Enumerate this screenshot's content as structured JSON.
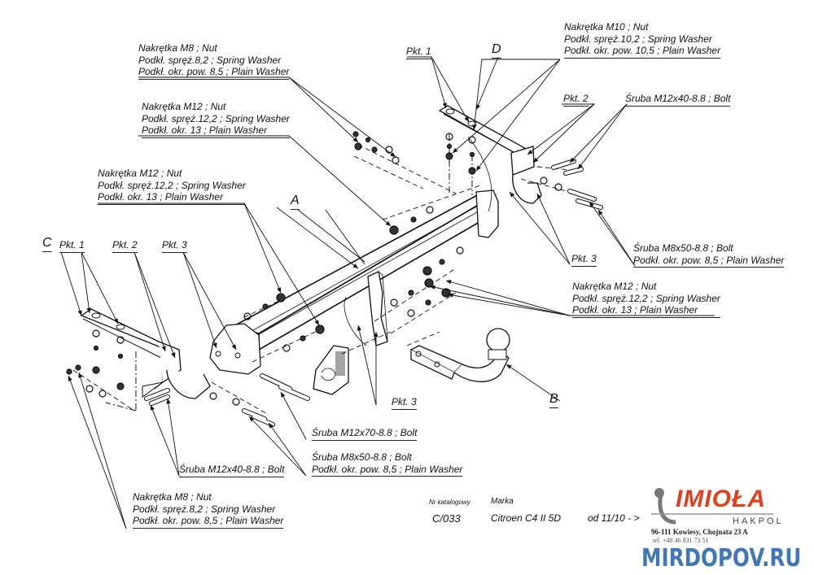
{
  "callouts": {
    "top_left_nut_m8": [
      "Nakrętka  M8 ; Nut",
      "Podkł. spręż.8,2 ; Spring Washer",
      "Podkł. okr. pow. 8,5 ; Plain Washer"
    ],
    "top_right_nut_m10": [
      "Nakrętka  M10 ; Nut",
      "Podkł. spręż.10,2 ; Spring Washer",
      "Podkł. okr. pow. 10,5 ; Plain Washer"
    ],
    "mid_nut_m12_a": [
      "Nakrętka  M12 ; Nut",
      "Podkł. spręż.12,2 ; Spring Washer",
      "Podkł. okr. 13 ; Plain Washer"
    ],
    "mid_nut_m12_b": [
      "Nakrętka  M12 ; Nut",
      "Podkł. spręż.12,2 ; Spring Washer",
      "Podkł. okr. 13 ; Plain Washer"
    ],
    "right_nut_m12": [
      "Nakrętka  M12 ; Nut",
      "Podkł. spręż.12,2 ; Spring Washer",
      "Podkł. okr. 13 ; Plain Washer"
    ],
    "bolt_m12x40_right": "Śruba M12x40-8.8 ;  Bolt",
    "bolt_m8x50_right": [
      "Śruba M8x50-8.8 ;  Bolt",
      "Podkł. okr. pow. 8,5 ; Plain Washer"
    ],
    "bolt_m12x70": "Śruba M12x70-8.8 ;  Bolt",
    "bolt_m8x50_bottom": [
      "Śruba M8x50-8.8 ;  Bolt",
      "Podkł. okr. pow. 8,5 ; Plain Washer"
    ],
    "bolt_m12x40_bottom": "Śruba M12x40-8.8 ;  Bolt",
    "bottom_nut_m8": [
      "Nakrętka  M8 ; Nut",
      "Podkł. spręż.8,2 ; Spring Washer",
      "Podkł. okr. pow. 8,5 ; Plain Washer"
    ]
  },
  "part_labels": {
    "a": "A",
    "b": "B",
    "c": "C",
    "d": "D",
    "pkt1_top": "Pkt. 1",
    "pkt2_top": "Pkt. 2",
    "pkt3_right": "Pkt. 3",
    "pkt1_left": "Pkt. 1",
    "pkt2_left": "Pkt. 2",
    "pkt3_left": "Pkt. 3",
    "pkt3_bottom": "Pkt. 3"
  },
  "title_block": {
    "catalog_label": "Nr katalogowy",
    "catalog_number": "C/033",
    "make_label": "Marka",
    "make_value": "Citroen C4 II 5D",
    "date_range": "od 11/10 - >"
  },
  "logo": {
    "brand": "IMIOŁA",
    "sub": "HAKPOL",
    "address": "96-111 Kowiesy, Chojnata 23 A",
    "phone": "tel. +48 46 831 73 51",
    "brand_color": "#e0401e"
  },
  "watermark": "MIRDOPOV.RU"
}
